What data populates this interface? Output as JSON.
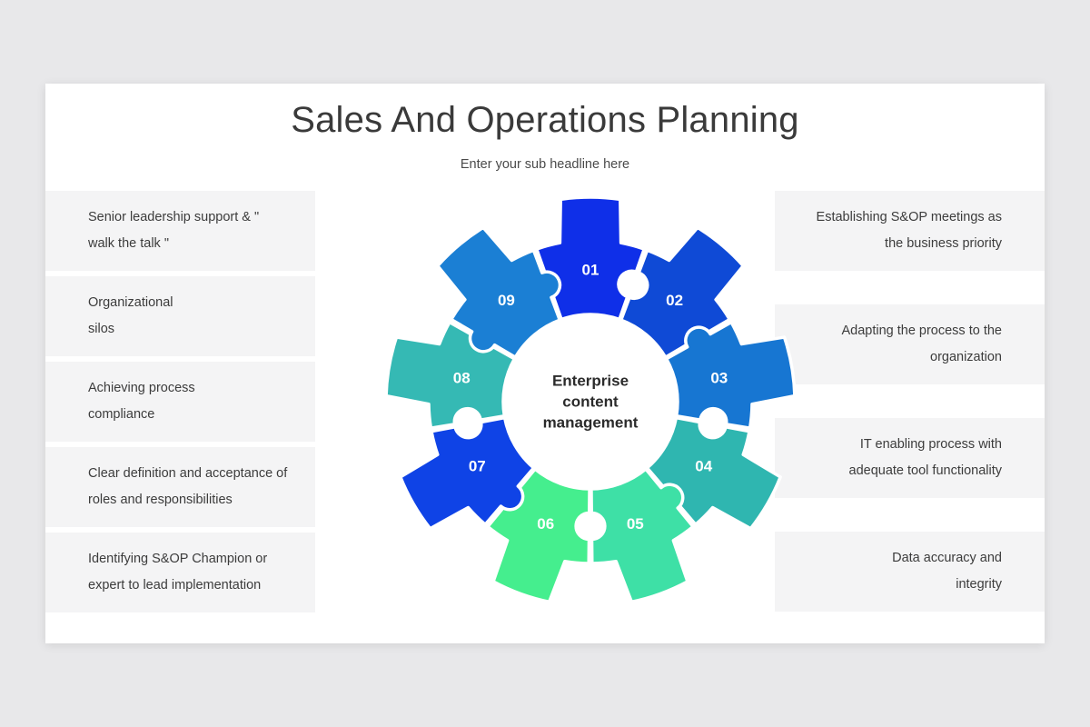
{
  "header": {
    "title": "Sales And Operations Planning",
    "subtitle": "Enter your sub headline here"
  },
  "diagram": {
    "center_label": "Enterprise\ncontent\nmanagement",
    "hub_color": "#ffffff",
    "segments": [
      {
        "number": "01",
        "color": "#0f2fe8",
        "angle_deg": -70
      },
      {
        "number": "02",
        "color": "#0f4ad6",
        "angle_deg": -30
      },
      {
        "number": "03",
        "color": "#1776d2",
        "angle_deg": 10
      },
      {
        "number": "04",
        "color": "#2fb6b0",
        "angle_deg": 50
      },
      {
        "number": "05",
        "color": "#3ee0a6",
        "angle_deg": 90
      },
      {
        "number": "06",
        "color": "#45ee8e",
        "angle_deg": 130
      },
      {
        "number": "07",
        "color": "#0f43e6",
        "angle_deg": 170
      },
      {
        "number": "08",
        "color": "#35b9b4",
        "angle_deg": 210
      },
      {
        "number": "09",
        "color": "#1b7fd4",
        "angle_deg": 250
      }
    ]
  },
  "left_items": [
    {
      "text": "Senior leadership support & \"\nwalk the talk \""
    },
    {
      "text": "Organizational\nsilos"
    },
    {
      "text": "Achieving process\ncompliance"
    },
    {
      "text": "Clear definition and acceptance of\nroles and responsibilities"
    },
    {
      "text": "Identifying S&OP Champion or\nexpert to lead implementation"
    }
  ],
  "right_items": [
    {
      "text": "Establishing S&OP meetings as\nthe business priority"
    },
    {
      "text": "Adapting the process to the\norganization"
    },
    {
      "text": "IT enabling process with\nadequate tool functionality"
    },
    {
      "text": "Data accuracy and\nintegrity"
    }
  ],
  "colors": {
    "page_background": "#e8e8ea",
    "card_background": "#ffffff",
    "band_background": "#f4f4f5",
    "title_color": "#3a3a3a",
    "body_text_color": "#3c3c3c"
  }
}
